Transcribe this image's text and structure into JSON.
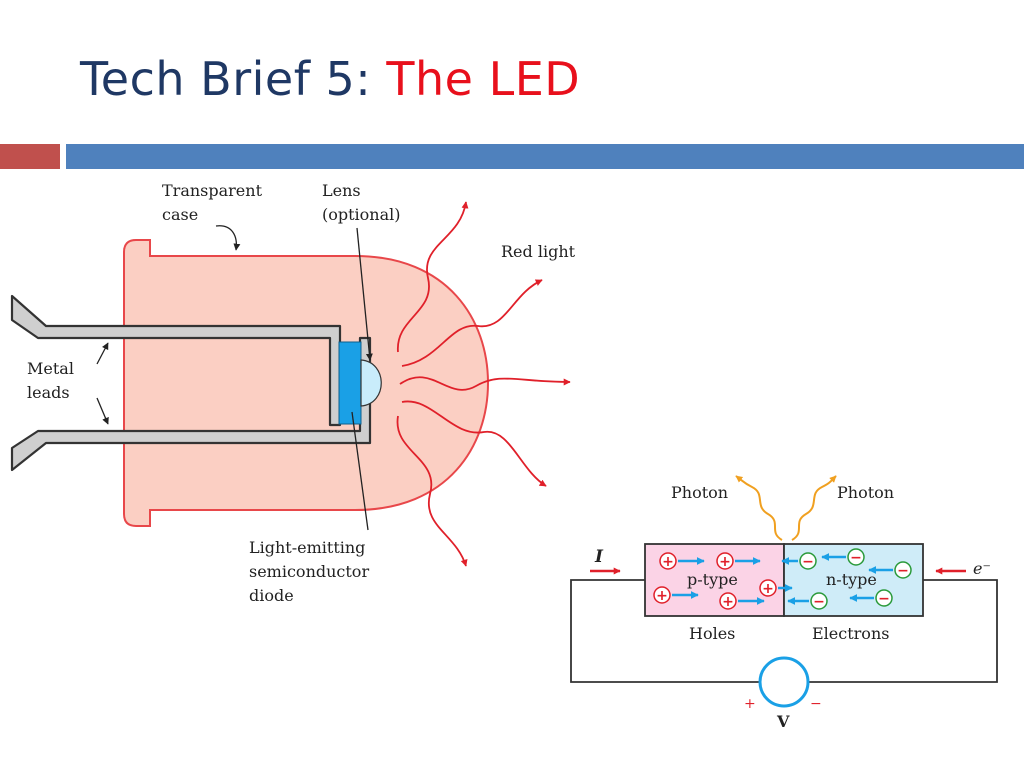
{
  "slide": {
    "title_prefix": "Tech Brief 5:",
    "title_accent": "The LED",
    "colors": {
      "title": "#1f3864",
      "accent": "#e8101c",
      "bar_red": "#c0504d",
      "bar_blue": "#4f81bd",
      "case_fill": "#fbcfc3",
      "case_stroke": "#e8474a",
      "light_ray": "#e0202a",
      "diode_chip": "#1aa0e6",
      "p_region": "#fbd3e6",
      "n_region": "#cfecf8",
      "photon": "#f0a020"
    }
  },
  "led_diagram": {
    "label_case_1": "Transparent",
    "label_case_2": "case",
    "label_lens_1": "Lens",
    "label_lens_2": "(optional)",
    "label_light": "Red light",
    "label_leads_1": "Metal",
    "label_leads_2": "leads",
    "label_diode_1": "Light-emitting",
    "label_diode_2": "semiconductor",
    "label_diode_3": "diode"
  },
  "junction_diagram": {
    "photon_left": "Photon",
    "photon_right": "Photon",
    "current_label": "I",
    "p_type": "p-type",
    "n_type": "n-type",
    "holes": "Holes",
    "electrons": "Electrons",
    "electron_label": "e⁻",
    "plus": "+",
    "minus": "−",
    "voltage": "V",
    "hole_symbol": "+",
    "electron_symbol": "−"
  }
}
